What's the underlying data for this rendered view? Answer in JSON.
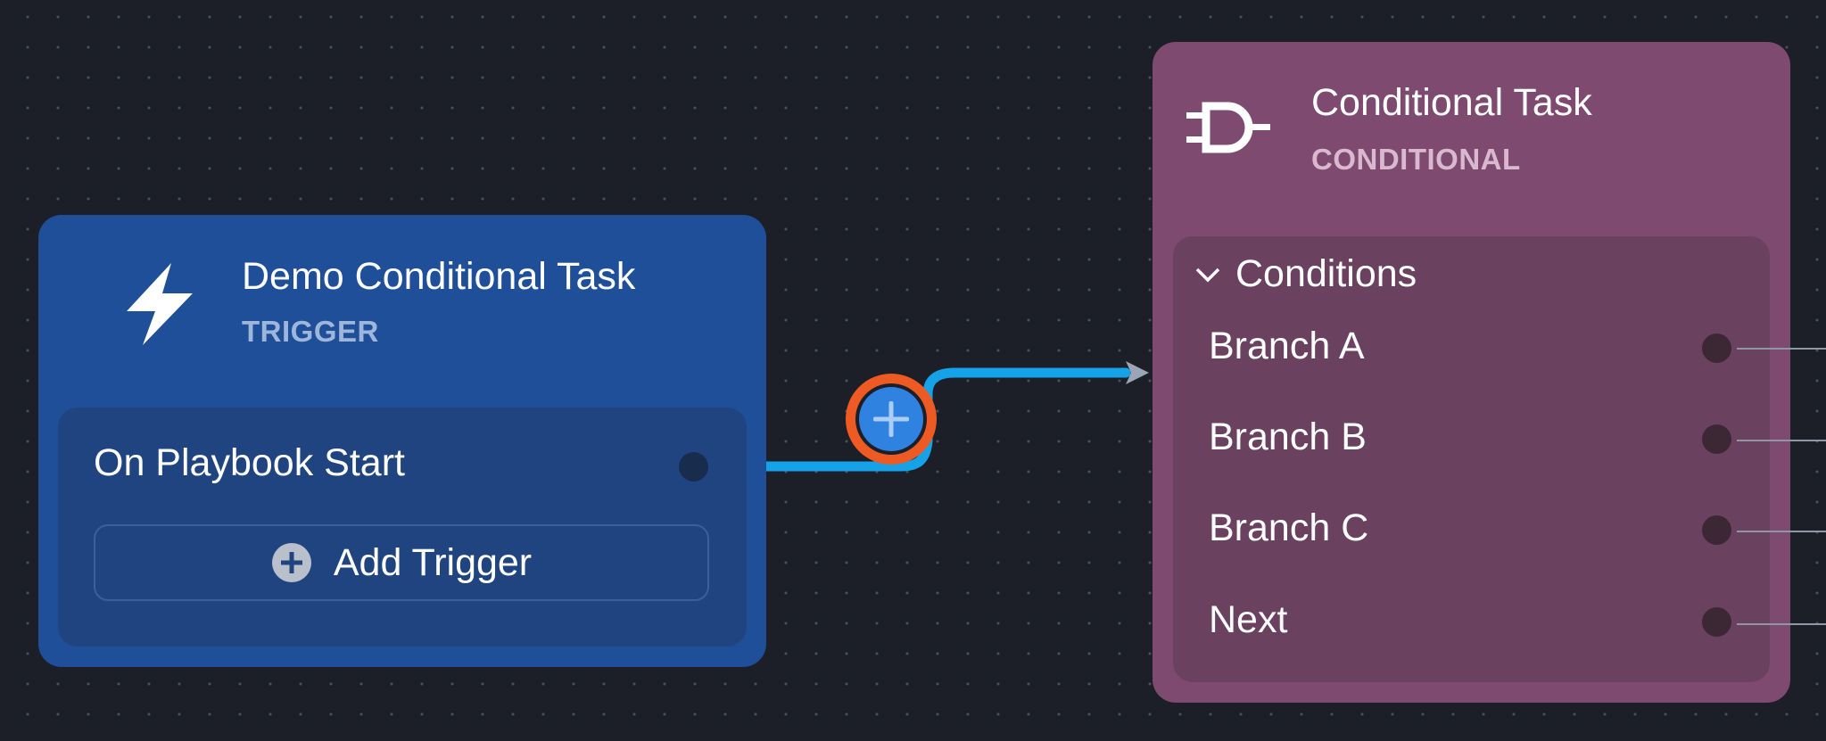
{
  "trigger_node": {
    "title": "Demo Conditional Task",
    "subtitle": "TRIGGER",
    "icon": "lightning-bolt-icon",
    "color": "#1e4f98",
    "trigger_item": "On Playbook Start",
    "add_button_label": "Add Trigger"
  },
  "conditional_node": {
    "title": "Conditional Task",
    "subtitle": "CONDITIONAL",
    "icon": "logic-gate-icon",
    "color": "#7e4a6f",
    "section_label": "Conditions",
    "branches": [
      "Branch A",
      "Branch B",
      "Branch C",
      "Next"
    ]
  },
  "edge": {
    "color": "#16a2e8",
    "insert_button_icon": "plus-icon",
    "insert_button_ring_color": "#ee5a24"
  }
}
